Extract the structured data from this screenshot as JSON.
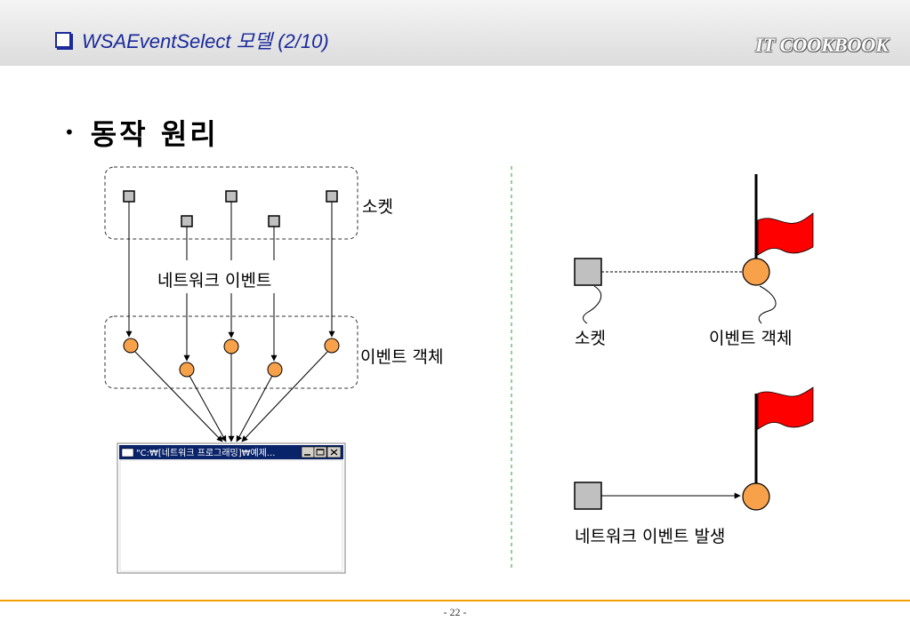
{
  "header": {
    "title": "WSAEventSelect 모델 (2/10)",
    "brand": "IT COOKBOOK"
  },
  "bullet": {
    "text": "동작 원리"
  },
  "left_diagram": {
    "socket_label": "소켓",
    "network_event_label": "네트워크 이벤트",
    "event_object_label": "이벤트 객체",
    "window_title": "\"C:₩[네트워크 프로그래밍]₩예제..."
  },
  "right_diagram": {
    "socket_label": "소켓",
    "event_object_label": "이벤트 객체",
    "event_occurred_label": "네트워크 이벤트 발생"
  },
  "colors": {
    "title_blue": "#1a2a9a",
    "event_orange": "#f7a14a",
    "socket_gray": "#c0c0c0",
    "flag_red": "#ff0000",
    "divider_green": "#4caf50",
    "footer_orange": "#f0a000",
    "window_titlebar": "#0a246a"
  },
  "footer": {
    "page": "- 22 -"
  }
}
